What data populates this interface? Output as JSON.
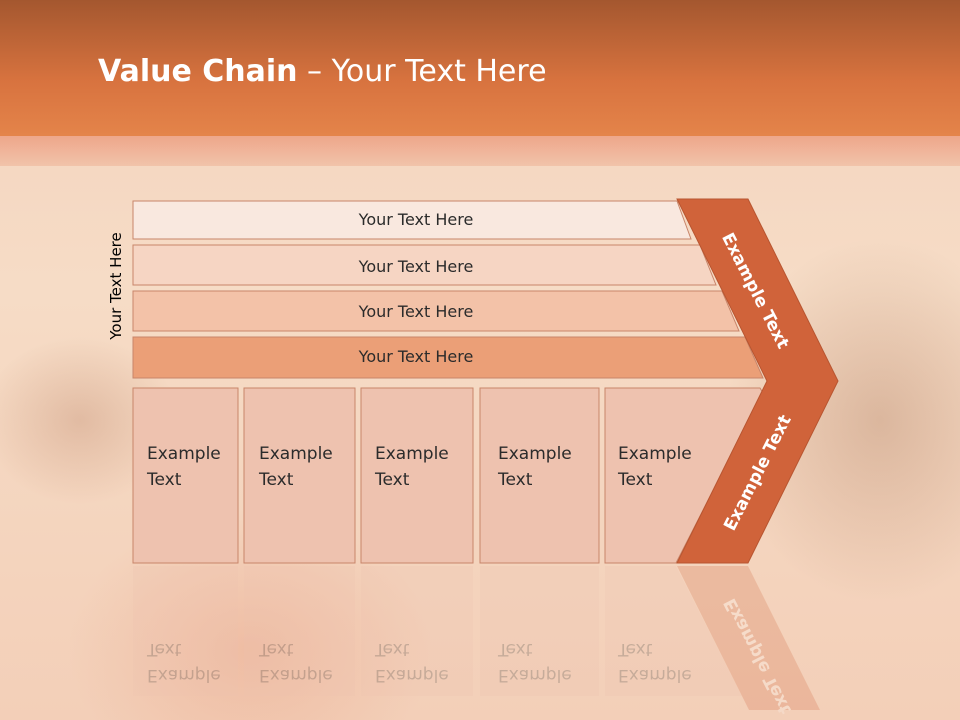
{
  "slide": {
    "title_bold": "Value Chain",
    "title_rest": " – Your Text Here",
    "side_label": "Your Text Here"
  },
  "rows": [
    {
      "label": "Your Text Here",
      "color": "#f9e8df"
    },
    {
      "label": "Your Text Here",
      "color": "#f6d5c3"
    },
    {
      "label": "Your Text Here",
      "color": "#f3c2a8"
    },
    {
      "label": "Your Text Here",
      "color": "#eb9f77"
    }
  ],
  "boxes": [
    {
      "line1": "Example",
      "line2": "Text"
    },
    {
      "line1": "Example",
      "line2": "Text"
    },
    {
      "line1": "Example",
      "line2": "Text"
    },
    {
      "line1": "Example",
      "line2": "Text"
    },
    {
      "line1": "Example",
      "line2": "Text"
    }
  ],
  "arrow": {
    "upper_label": "Example Text",
    "lower_label": "Example Text",
    "color": "#d0633a"
  },
  "colors": {
    "header": "#d8733f",
    "box_fill": "#eec2af",
    "outline": "#c8856a"
  }
}
